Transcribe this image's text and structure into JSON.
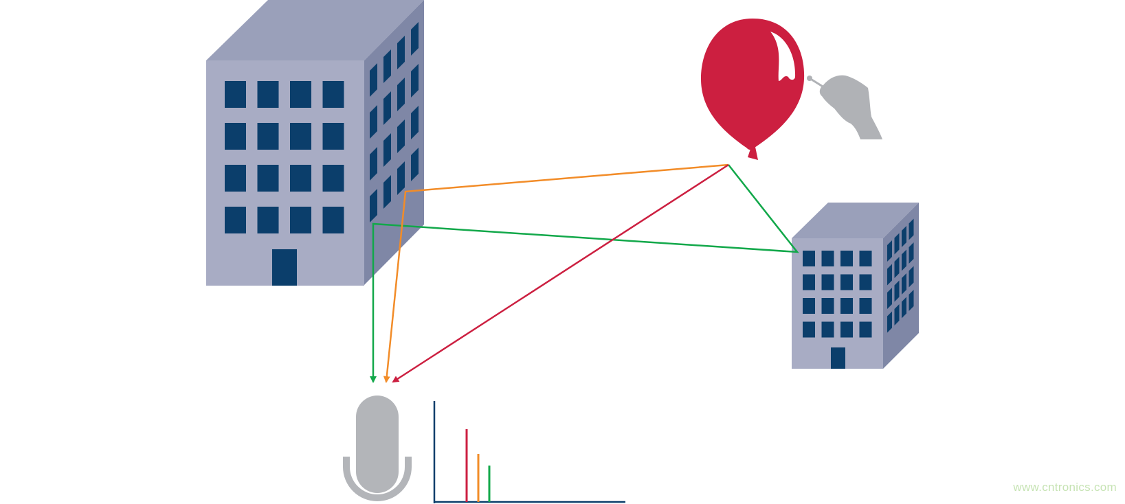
{
  "watermark": {
    "text": "www.cntronics.com",
    "color": "#c6e3b3"
  },
  "colors": {
    "building_front": "#a8acc4",
    "building_top": "#9aa0ba",
    "building_side": "#7f87a6",
    "window": "#0b3e6b",
    "balloon": "#cc1f40",
    "balloon_highlight": "#ffffff",
    "hand": "#b0b2b6",
    "microphone": "#b3b5b9",
    "axis": "#0b3e6b",
    "path_direct": "#cc1f40",
    "path_reflect_1": "#f28c28",
    "path_reflect_2": "#12a84a"
  },
  "objects": {
    "large_building": "building-icon",
    "small_building": "building-icon",
    "balloon": "balloon-icon",
    "hand_with_pin": "hand-pin-icon",
    "microphone": "microphone-icon",
    "impulse_response": "impulse-response-plot"
  },
  "sound_paths": [
    {
      "name": "direct",
      "color_key": "path_direct"
    },
    {
      "name": "first-reflection",
      "color_key": "path_reflect_1"
    },
    {
      "name": "second-reflection",
      "color_key": "path_reflect_2"
    }
  ],
  "impulse_response": {
    "impulses": [
      {
        "color_key": "path_direct",
        "relative_amplitude": 1.0
      },
      {
        "color_key": "path_reflect_1",
        "relative_amplitude": 0.66
      },
      {
        "color_key": "path_reflect_2",
        "relative_amplitude": 0.5
      }
    ]
  }
}
